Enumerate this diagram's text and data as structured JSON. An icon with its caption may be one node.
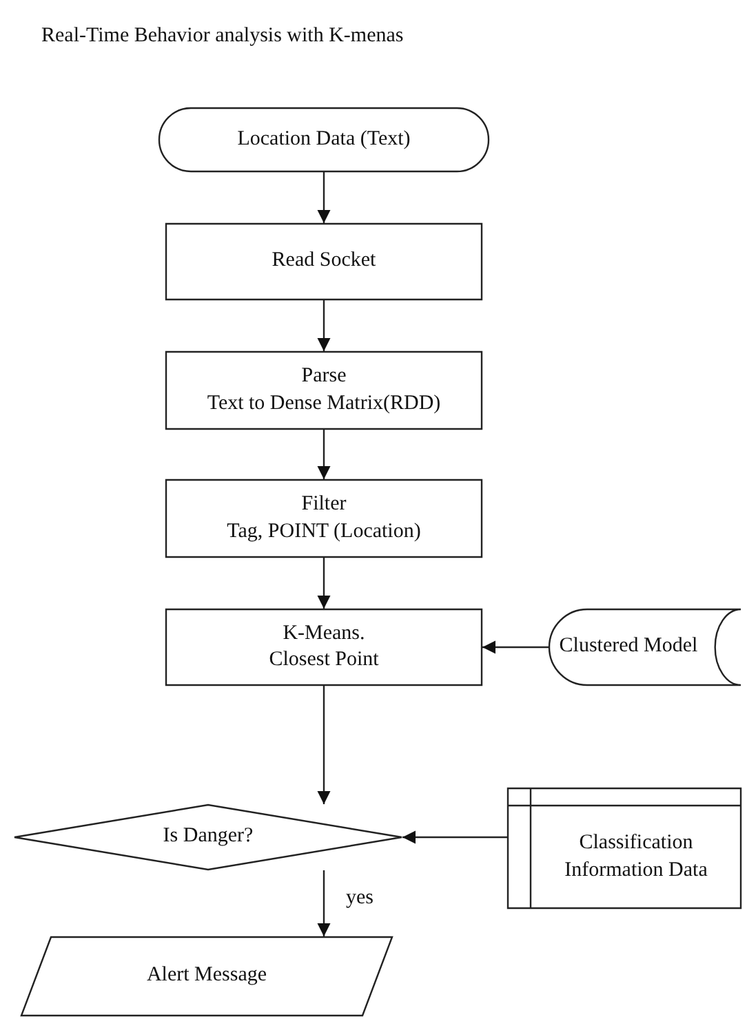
{
  "diagram": {
    "title": "Real-Time Behavior analysis with K-menas",
    "nodes": [
      {
        "text": [
          "Location Data (Text)"
        ]
      },
      {
        "text": [
          "Read Socket"
        ]
      },
      {
        "text": [
          "Parse",
          "Text to Dense Matrix(RDD)"
        ]
      },
      {
        "text": [
          "Filter",
          "Tag, POINT (Location)"
        ]
      },
      {
        "text": [
          "K-Means.",
          "Closest Point"
        ]
      },
      {
        "text": [
          "Clustered Model"
        ]
      },
      {
        "text": [
          "Is Danger?"
        ]
      },
      {
        "text": [
          "Classification Information Data"
        ]
      },
      {
        "text": [
          "Alert Message"
        ]
      }
    ],
    "edges": [
      {
        "from": 0,
        "to": 1,
        "arrow": "to"
      },
      {
        "from": 1,
        "to": 2,
        "arrow": "to"
      },
      {
        "from": 2,
        "to": 3,
        "arrow": "to"
      },
      {
        "from": 3,
        "to": 4,
        "arrow": "to"
      },
      {
        "from": 5,
        "to": 4,
        "arrow": "to"
      },
      {
        "from": 4,
        "to": 6,
        "arrow": "to"
      },
      {
        "from": 7,
        "to": 6,
        "arrow": "to"
      },
      {
        "from": 6,
        "to": 8,
        "arrow": "to",
        "label": "yes"
      }
    ]
  }
}
